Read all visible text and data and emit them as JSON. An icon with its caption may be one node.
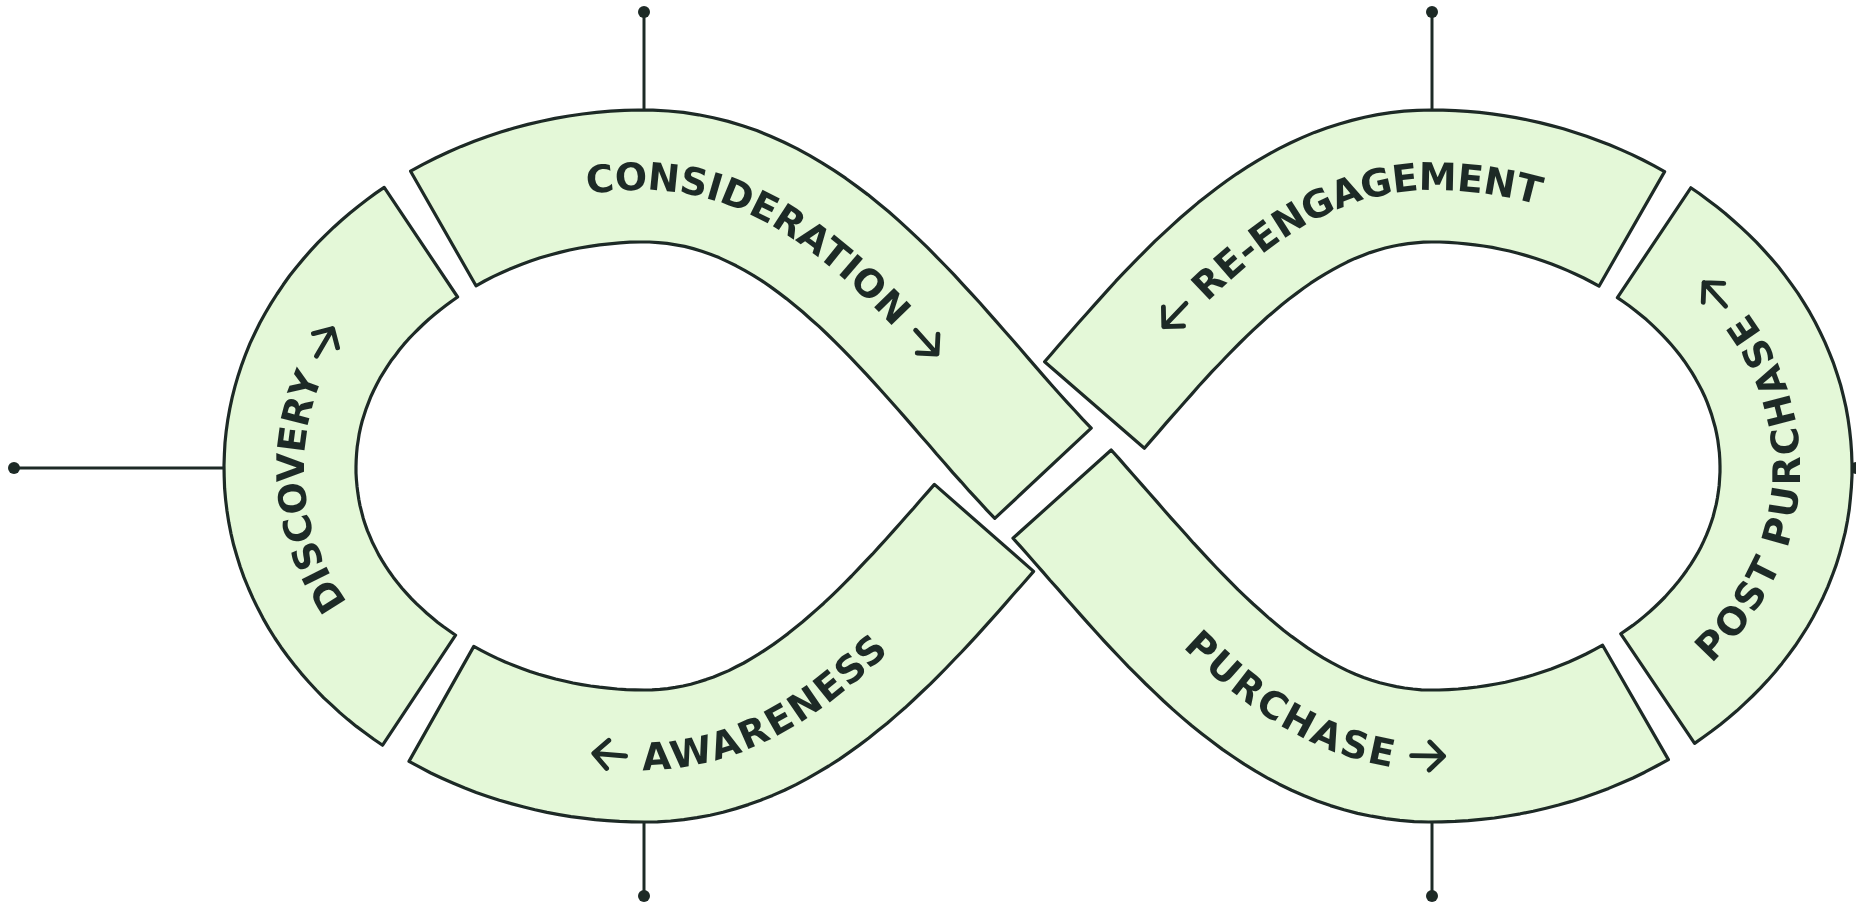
{
  "diagram": {
    "nodes": [
      {
        "text": [
          "AWARENESS"
        ]
      },
      {
        "text": [
          "DISCOVERY"
        ]
      },
      {
        "text": [
          "CONSIDERATION"
        ]
      },
      {
        "text": [
          "PURCHASE"
        ]
      },
      {
        "text": [
          "POST PURCHASE"
        ]
      },
      {
        "text": [
          "RE-ENGAGEMENT"
        ]
      }
    ],
    "edges": [
      {
        "from": 2,
        "to": null,
        "arrow": "other"
      },
      {
        "from": 5,
        "to": null,
        "arrow": "other"
      },
      {
        "from": 1,
        "to": null,
        "arrow": "other"
      },
      {
        "from": 0,
        "to": null,
        "arrow": "other"
      },
      {
        "from": 3,
        "to": null,
        "arrow": "other"
      },
      {
        "from": 4,
        "to": null,
        "arrow": "other"
      }
    ]
  }
}
